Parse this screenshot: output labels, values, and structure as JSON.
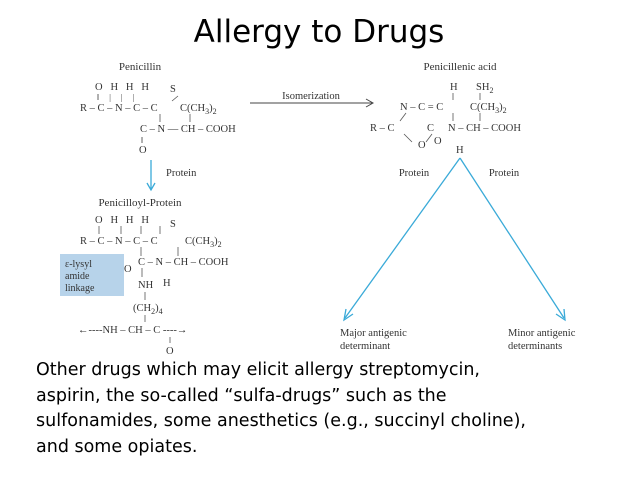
{
  "slide": {
    "title": "Allergy to Drugs",
    "body_lines": [
      "Other drugs which may elicit allergy streptomycin,",
      "aspirin, the so-called “sulfa-drugs” such as the",
      "sulfonamides, some anesthetics (e.g., succinyl choline),",
      "and some opiates."
    ]
  },
  "diagram": {
    "penicillin": {
      "name": "Penicillin",
      "top_atoms": "O   H   H   H",
      "top_bonds": "‖     |     |     |",
      "main": "R – C – N – C – C",
      "c_ch3": "C(CH",
      "sub3": "3",
      ")2": ")",
      "sub2": "2",
      "s": "S",
      "ring": "C – N — CH – COOH",
      "o_bottom": "O",
      "dbl": "‖"
    },
    "arrow_iso": {
      "label": "Isomerization"
    },
    "penicillenic": {
      "name": "Penicillenic acid",
      "h": "H",
      "sh": "SH",
      "sh_sub": "2",
      "ring_top": "N – C = C",
      "c_ch3": "C(CH",
      "sub3": "3",
      "par": ")",
      "sub2": "2",
      "r": "R – C",
      "c": "C",
      "n_ch": "N – CH – COOH",
      "o1": "O",
      "o2": "O",
      "h2": "H"
    },
    "protein_labels": [
      "Protein",
      "Protein",
      "Protein"
    ],
    "penicilloyl": {
      "name": "Penicilloyl-Protein",
      "top_atoms": "O   H   H   H",
      "main": "R – C – N – C – C",
      "s": "S",
      "c_ch3": "C(CH",
      "sub3": "3",
      "par": ")",
      "sub2": "2",
      "o_left": "O",
      "ring": "C – N – CH – COOH",
      "h": "H",
      "nh": "NH",
      "ch2": "(CH",
      "ch2_sub": "2",
      "ch2_close": ")",
      "ch2_n": "4",
      "chain": "←----NH – CH – C ----→",
      "o_chain": "O",
      "linkage": [
        "ε-lysyl",
        "amide",
        "linkage"
      ]
    },
    "determinants": {
      "major": [
        "Major antigenic",
        "determinant"
      ],
      "minor": [
        "Minor antigenic",
        "determinants"
      ]
    },
    "colors": {
      "arrow": "#3aaad8",
      "linkage_box": "#b7d3ea"
    }
  }
}
